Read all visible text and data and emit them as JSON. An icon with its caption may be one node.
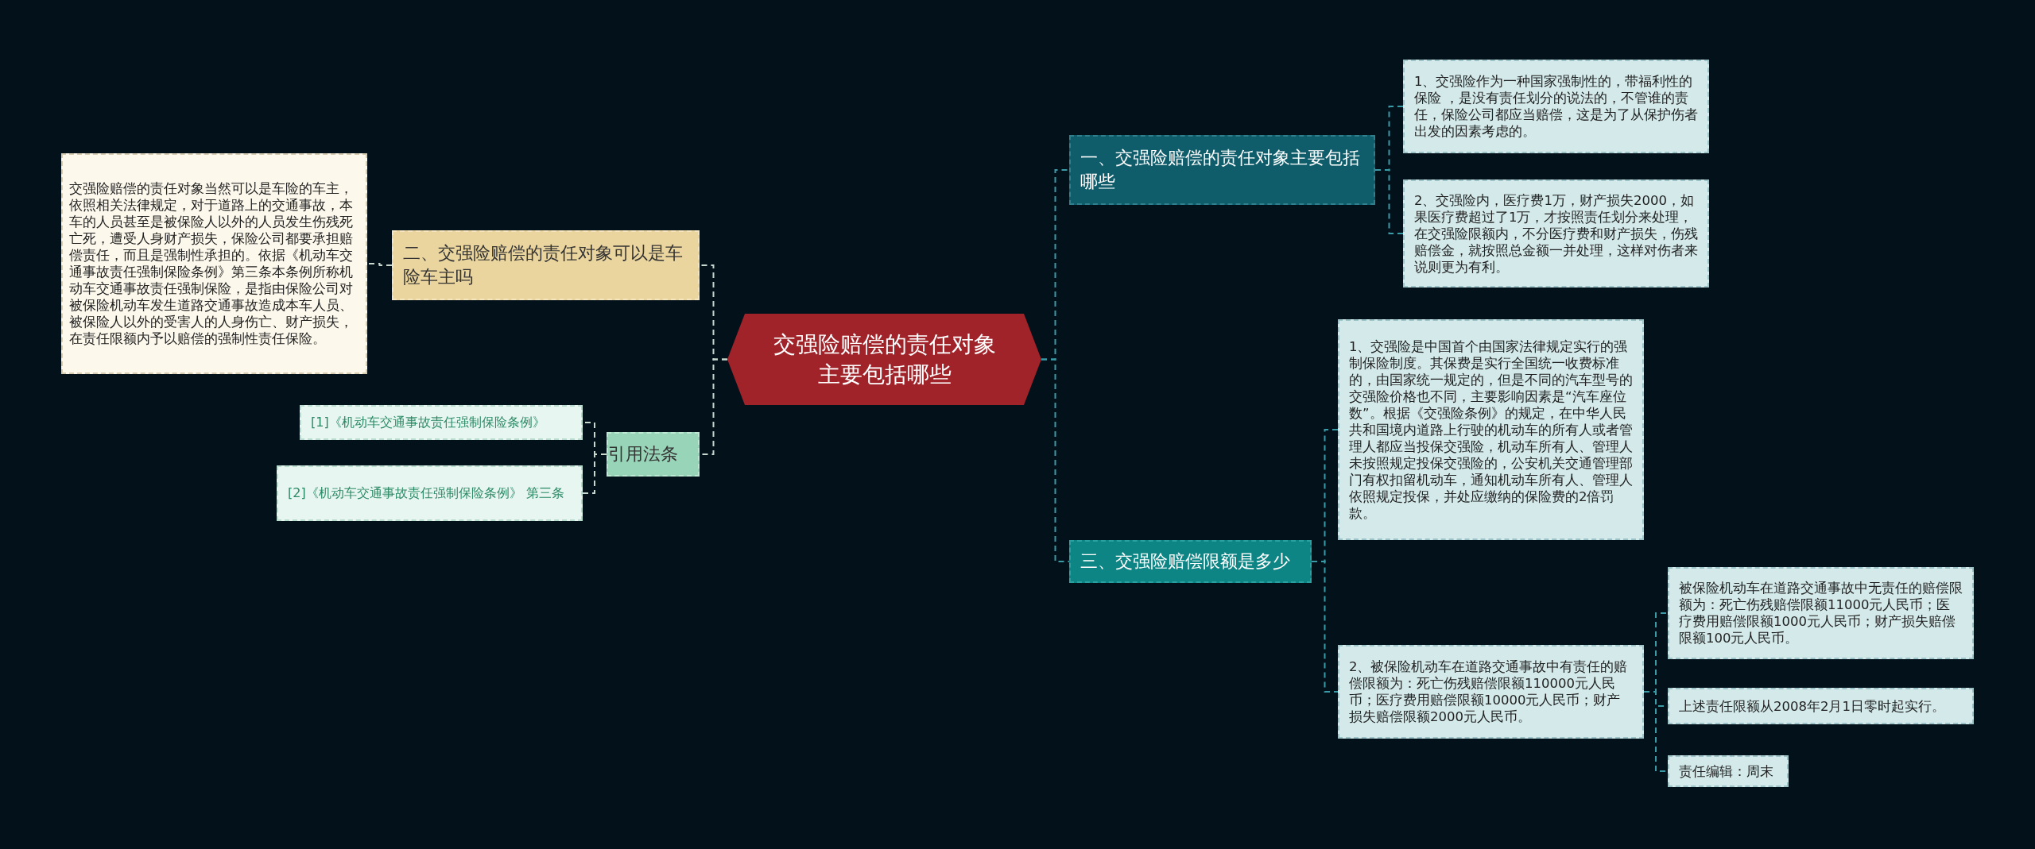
{
  "diagram": {
    "nodes": [
      {
        "text": [
          "交强险赔偿的责任对象主要包括哪些"
        ]
      },
      {
        "text": [
          "一、交强险赔偿的责任对象主要包括哪些"
        ]
      },
      {
        "text": [
          "1、交强险作为一种国家强制性的，带福利性的保险 ，是没有责任划分的说法的，不管谁的责任，保险公司都应当赔偿，这是为了从保护伤者出发的因素考虑的。"
        ]
      },
      {
        "text": [
          "2、交强险内，医疗费1万，财产损失2000，如果医疗费超过了1万，才按照责任划分来处理，在交强险限额内，不分医疗费和财产损失，伤残赔偿金，就按照总金额一并处理，这样对伤者来说则更为有利。"
        ]
      },
      {
        "text": [
          "三、交强险赔偿限额是多少"
        ]
      },
      {
        "text": [
          "1、交强险是中国首个由国家法律规定实行的强制保险制度。其保费是实行全国统一收费标准的，由国家统一规定的，但是不同的汽车型号的交强险价格也不同，主要影响因素是“汽车座位数”。根据《交强险条例》的规定，在中华人民共和国境内道路上行驶的机动车的所有人或者管理人都应当投保交强险，机动车所有人、管理人未按照规定投保交强险的，公安机关交通管理部门有权扣留机动车，通知机动车所有人、管理人依照规定投保，并处应缴纳的保险费的2倍罚款。"
        ]
      },
      {
        "text": [
          "2、被保险机动车在道路交通事故中有责任的赔偿限额为：死亡伤残赔偿限额110000元人民币；医疗费用赔偿限额10000元人民币；财产损失赔偿限额2000元人民币。"
        ]
      },
      {
        "text": [
          "被保险机动车在道路交通事故中无责任的赔偿限额为：死亡伤残赔偿限额11000元人民币；医疗费用赔偿限额1000元人民币；财产损失赔偿限额100元人民币。"
        ]
      },
      {
        "text": [
          "上述责任限额从2008年2月1日零时起实行。"
        ]
      },
      {
        "text": [
          "责任编辑：周末"
        ]
      },
      {
        "text": [
          "二、交强险赔偿的责任对象可以是车险车主吗"
        ]
      },
      {
        "text": [
          "交强险赔偿的责任对象当然可以是车险的车主，依照相关法律规定，对于道路上的交通事故，本车的人员甚至是被保险人以外的人员发生伤残死亡死，遭受人身财产损失，保险公司都要承担赔偿责任，而且是强制性承担的。依据《机动车交通事故责任强制保险条例》第三条本条例所称机动车交通事故责任强制保险，是指由保险公司对被保险机动车发生道路交通事故造成本车人员、被保险人以外的受害人的人身伤亡、财产损失，在责任限额内予以赔偿的强制性责任保险。"
        ]
      },
      {
        "text": [
          "引用法条"
        ]
      },
      {
        "text": [
          "[1]《机动车交通事故责任强制保险条例》"
        ]
      },
      {
        "text": [
          "[2]《机动车交通事故责任强制保险条例》 第三条"
        ]
      }
    ],
    "edges": [
      {
        "from": 0,
        "to": 1,
        "arrow": "none",
        "style": "dashed"
      },
      {
        "from": 1,
        "to": 2,
        "arrow": "none",
        "style": "dashed"
      },
      {
        "from": 1,
        "to": 3,
        "arrow": "none",
        "style": "dashed"
      },
      {
        "from": 0,
        "to": 4,
        "arrow": "none",
        "style": "dashed"
      },
      {
        "from": 4,
        "to": 5,
        "arrow": "none",
        "style": "dashed"
      },
      {
        "from": 4,
        "to": 6,
        "arrow": "none",
        "style": "dashed"
      },
      {
        "from": 6,
        "to": 7,
        "arrow": "none",
        "style": "dashed"
      },
      {
        "from": 6,
        "to": 8,
        "arrow": "none",
        "style": "dashed"
      },
      {
        "from": 6,
        "to": 9,
        "arrow": "none",
        "style": "dashed"
      },
      {
        "from": 0,
        "to": 10,
        "arrow": "none",
        "style": "dashed",
        "color": "#c8d8cf"
      },
      {
        "from": 10,
        "to": 11,
        "arrow": "none",
        "style": "dashed",
        "color": "#c8d8cf"
      },
      {
        "from": 0,
        "to": 12,
        "arrow": "none",
        "style": "dashed",
        "color": "#c8d8cf"
      },
      {
        "from": 12,
        "to": 13,
        "arrow": "none",
        "style": "dashed",
        "color": "#c8d8cf"
      },
      {
        "from": 12,
        "to": 14,
        "arrow": "none",
        "style": "dashed",
        "color": "#c8d8cf"
      }
    ]
  }
}
